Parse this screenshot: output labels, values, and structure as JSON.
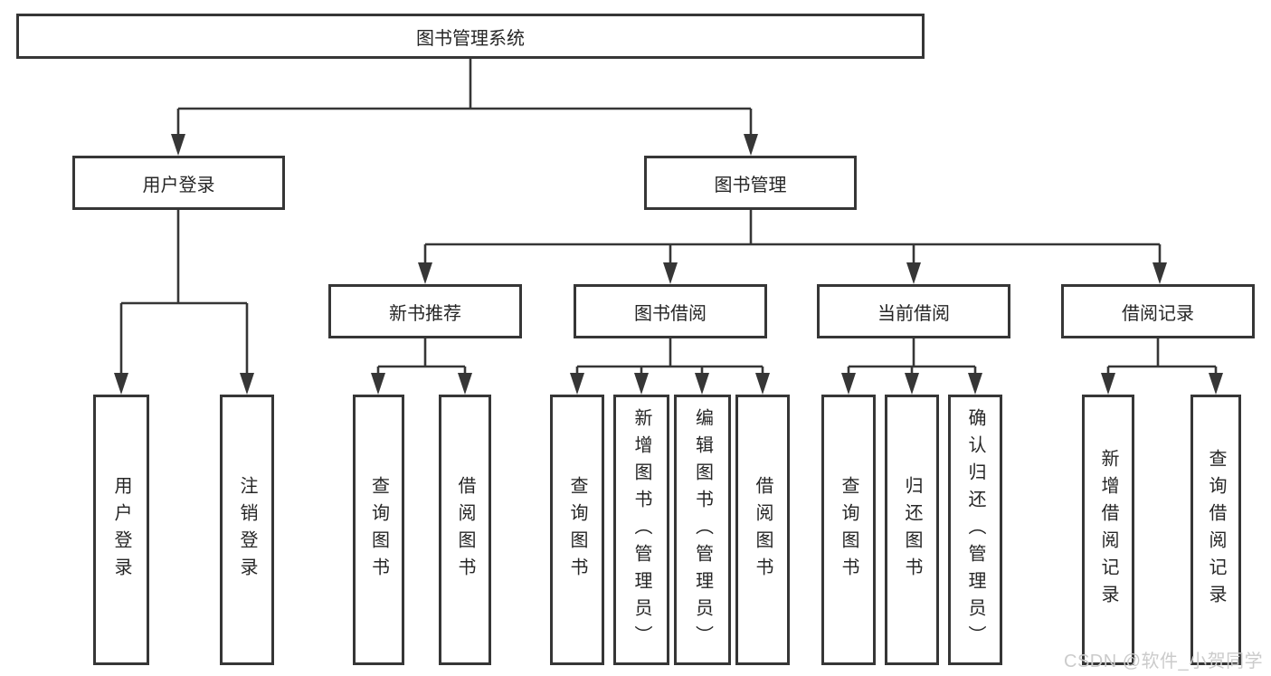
{
  "tree": {
    "label": "图书管理系统",
    "children": [
      {
        "label": "用户登录",
        "children": [
          {
            "label": "用户登录"
          },
          {
            "label": "注销登录"
          }
        ]
      },
      {
        "label": "图书管理",
        "children": [
          {
            "label": "新书推荐",
            "children": [
              {
                "label": "查询图书"
              },
              {
                "label": "借阅图书"
              }
            ]
          },
          {
            "label": "图书借阅",
            "children": [
              {
                "label": "查询图书"
              },
              {
                "label": "新增图书（管理员）"
              },
              {
                "label": "编辑图书（管理员）"
              },
              {
                "label": "借阅图书"
              }
            ]
          },
          {
            "label": "当前借阅",
            "children": [
              {
                "label": "查询图书"
              },
              {
                "label": "归还图书"
              },
              {
                "label": "确认归还（管理员）"
              }
            ]
          },
          {
            "label": "借阅记录",
            "children": [
              {
                "label": "新增借阅记录"
              },
              {
                "label": "查询借阅记录"
              }
            ]
          }
        ]
      }
    ]
  },
  "watermark": {
    "text": "CSDN @软件_小贺同学"
  },
  "colors": {
    "line": "#363636",
    "box_border": "#363636",
    "text": "#262626",
    "watermark": "#cbcbcb",
    "background": "#ffffff"
  }
}
